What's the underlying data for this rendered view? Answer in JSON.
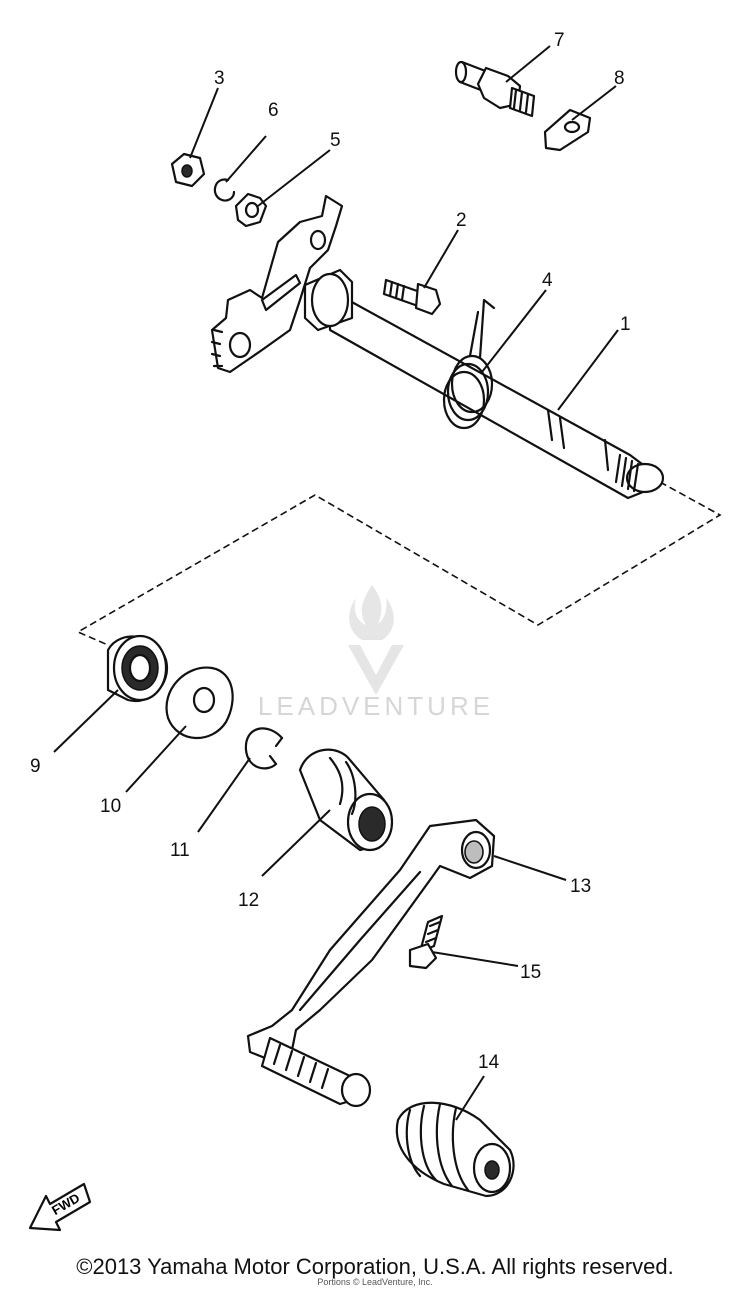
{
  "diagram": {
    "callouts": [
      "1",
      "2",
      "3",
      "4",
      "5",
      "6",
      "7",
      "8",
      "9",
      "10",
      "11",
      "12",
      "13",
      "14",
      "15"
    ],
    "fwd_label": "FWD"
  },
  "watermark": {
    "text": "LEADVENTURE"
  },
  "footer": {
    "copyright": "©2013 Yamaha Motor Corporation, U.S.A. All rights reserved.",
    "small_credit": "Portions © LeadVenture, Inc."
  }
}
